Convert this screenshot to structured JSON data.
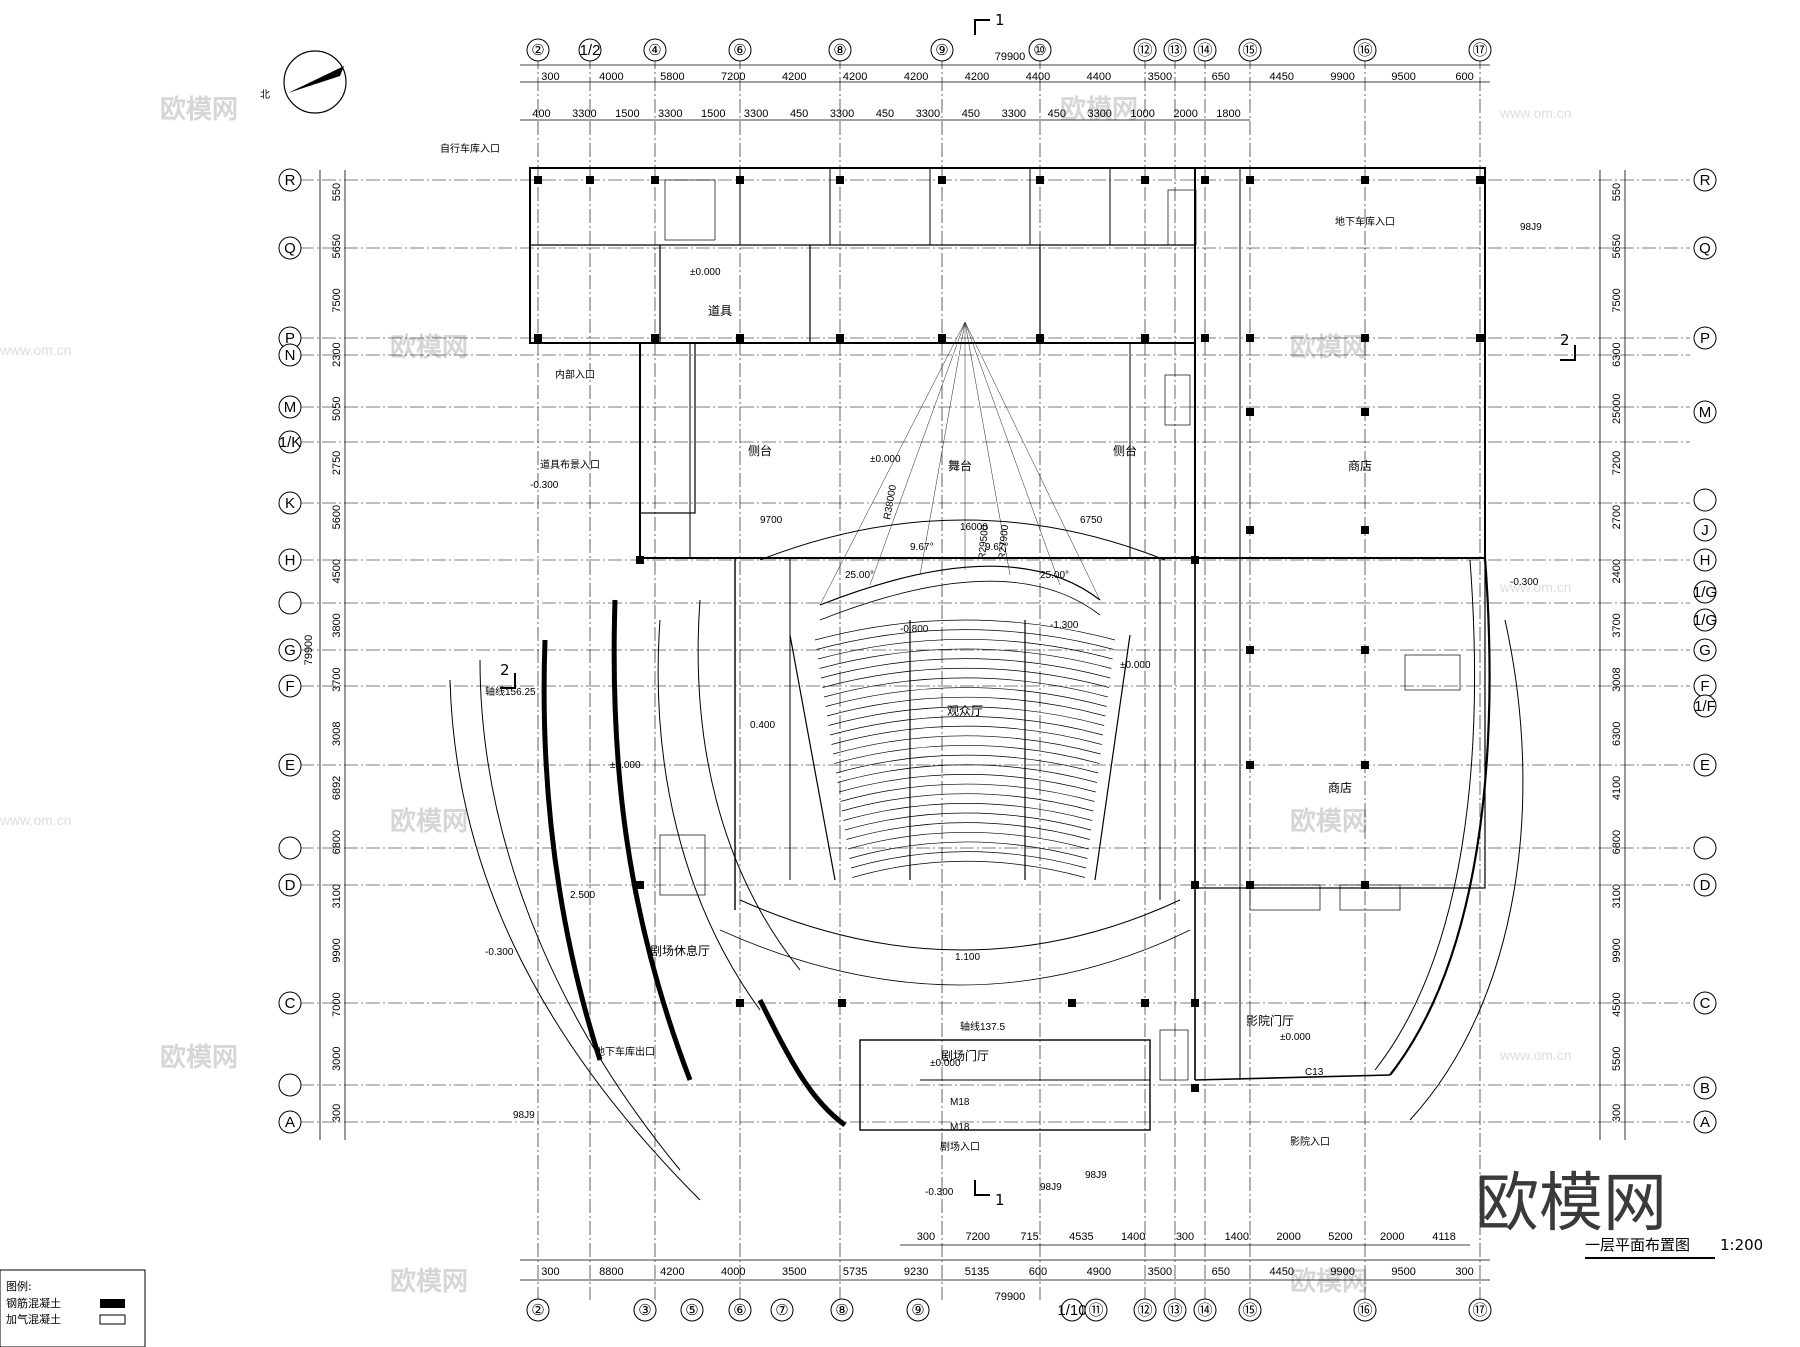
{
  "drawing": {
    "title": "一层平面布置图",
    "scale": "1:200",
    "north_label": "北",
    "logo_text": "欧模网",
    "watermark_text": "欧模网",
    "watermark_url": "www.om.cn",
    "section_marks": [
      "1",
      "1",
      "2",
      "2"
    ]
  },
  "axes": {
    "top": [
      "②",
      "1/2",
      "④",
      "⑥",
      "⑧",
      "⑨",
      "⑩",
      "⑫",
      "⑬",
      "⑭",
      "⑮",
      "⑯",
      "⑰"
    ],
    "bottom": [
      "②",
      "③",
      "⑤",
      "⑥",
      "⑦",
      "⑧",
      "⑨",
      "1/10",
      "⑪",
      "⑫",
      "⑬",
      "⑭",
      "⑮",
      "⑯",
      "⑰"
    ],
    "left": [
      "R",
      "Q",
      "P",
      "N",
      "M",
      "1/K",
      "K",
      "H",
      "",
      "G",
      "F",
      "E",
      "",
      "D",
      "C",
      "",
      "A"
    ],
    "right": [
      "R",
      "Q",
      "P",
      "M",
      "",
      "J",
      "H",
      "1/G",
      "1/G",
      "G",
      "F",
      "1/F",
      "E",
      "",
      "D",
      "C",
      "B",
      "A"
    ]
  },
  "dimensions": {
    "overall_top": "79900",
    "overall_bottom": "79900",
    "overall_left": "79900",
    "top_row1": [
      "300",
      "4000",
      "5800",
      "7200",
      "4200",
      "4200",
      "4200",
      "4200",
      "4400",
      "4400",
      "3500",
      "650",
      "4450",
      "9900",
      "9500",
      "600"
    ],
    "top_row2": [
      "400",
      "3300",
      "1500",
      "3300",
      "1500",
      "3300",
      "450",
      "3300",
      "450",
      "3300",
      "450",
      "3300",
      "450",
      "3300",
      "1000",
      "2000",
      "1800"
    ],
    "bottom_row1": [
      "300",
      "8800",
      "4200",
      "4000",
      "3500",
      "5735",
      "9230",
      "5135",
      "600",
      "4900",
      "3500",
      "650",
      "4450",
      "9900",
      "9500",
      "300"
    ],
    "bottom_row2": [
      "300",
      "7200",
      "715",
      "4535",
      "1400",
      "300",
      "1400",
      "2000",
      "5200",
      "2000",
      "4118"
    ],
    "left_col": [
      "550",
      "5650",
      "7500",
      "2300",
      "5050",
      "2750",
      "5600",
      "4500",
      "3800",
      "3700",
      "3008",
      "6892",
      "6800",
      "3100",
      "9900",
      "7000",
      "3000",
      "300"
    ],
    "right_col": [
      "550",
      "5650",
      "7500",
      "6300",
      "25000",
      "7200",
      "2700",
      "2400",
      "3700",
      "3008",
      "6300",
      "4100",
      "6800",
      "3100",
      "9900",
      "4500",
      "5500",
      "300"
    ]
  },
  "rooms": {
    "stage": "舞台",
    "side_stage_left": "侧台",
    "side_stage_right": "侧台",
    "auditorium": "观众厅",
    "shop_upper": "商店",
    "shop_lower": "商店",
    "cinema_hall": "影院门厅",
    "theater_hall": "剧场门厅",
    "lobby_rest": "剧场休息厅",
    "props": "道具",
    "underground_garage": "地下车库入口",
    "cinema_entrance": "影院入口",
    "theater_entrance": "剧场入口",
    "internal_entrance": "内部入口",
    "props_entrance": "道具布景入口",
    "bike_entrance": "自行车库入口",
    "underground_bike": "地下车库出口"
  },
  "annotations": {
    "elev_0": "±0.000",
    "elev_minus": "-0.300",
    "elev_0800": "-0.800",
    "elev_0400": "0.400",
    "elev_1100": "1.100",
    "elev_2500": "2.500",
    "elev_1300": "-1.300",
    "radius_38000": "R38000",
    "radius_29500": "R29500",
    "radius_27900": "R27900",
    "angle_25": "25.00°",
    "angle_967": "9.67°",
    "seat_width": "16000",
    "curve_156": "轴线156.25",
    "curve_137": "轴线137.5",
    "door_m18": "M18",
    "window_c13": "C13",
    "detail_98j9": "98J9",
    "dim_9700": "9700",
    "dim_6750": "6750"
  },
  "legend": {
    "title": "图例:",
    "item1": "钢筋混凝土",
    "item2": "加气混凝土"
  }
}
